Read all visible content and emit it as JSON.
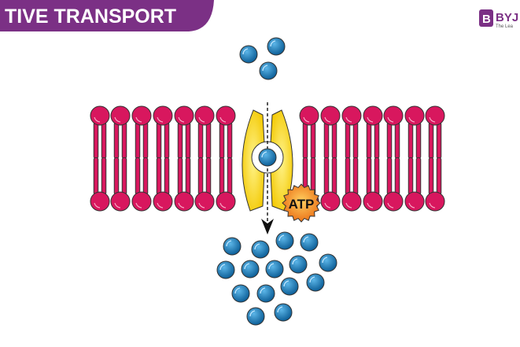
{
  "header": {
    "title": "TIVE TRANSPORT",
    "color": "#7b3085"
  },
  "logo": {
    "text": "BYJ",
    "tagline": "The Lea",
    "color": "#7b3085"
  },
  "diagram": {
    "atp_label": "ATP",
    "colors": {
      "lipid": "#d8175e",
      "molecule": "#1f7fc0",
      "protein": "#f6d414",
      "atp": "#f08a1c"
    }
  }
}
